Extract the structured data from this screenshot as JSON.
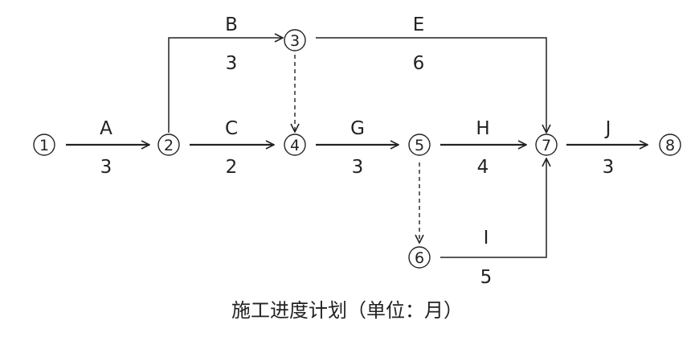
{
  "nodes": [
    "1",
    "2",
    "3",
    "4",
    "5",
    "6",
    "7",
    "8"
  ],
  "activities": {
    "A": {
      "name": "A",
      "duration": "3",
      "from": "1",
      "to": "2"
    },
    "B": {
      "name": "B",
      "duration": "3",
      "from": "2",
      "to": "3"
    },
    "C": {
      "name": "C",
      "duration": "2",
      "from": "2",
      "to": "4"
    },
    "E": {
      "name": "E",
      "duration": "6",
      "from": "3",
      "to": "7"
    },
    "G": {
      "name": "G",
      "duration": "3",
      "from": "4",
      "to": "5"
    },
    "H": {
      "name": "H",
      "duration": "4",
      "from": "5",
      "to": "7"
    },
    "I": {
      "name": "I",
      "duration": "5",
      "from": "6",
      "to": "7"
    },
    "J": {
      "name": "J",
      "duration": "3",
      "from": "7",
      "to": "8"
    }
  },
  "dummies": [
    {
      "from": "3",
      "to": "4"
    },
    {
      "from": "5",
      "to": "6"
    }
  ],
  "caption": "施工进度计划（单位：月）"
}
